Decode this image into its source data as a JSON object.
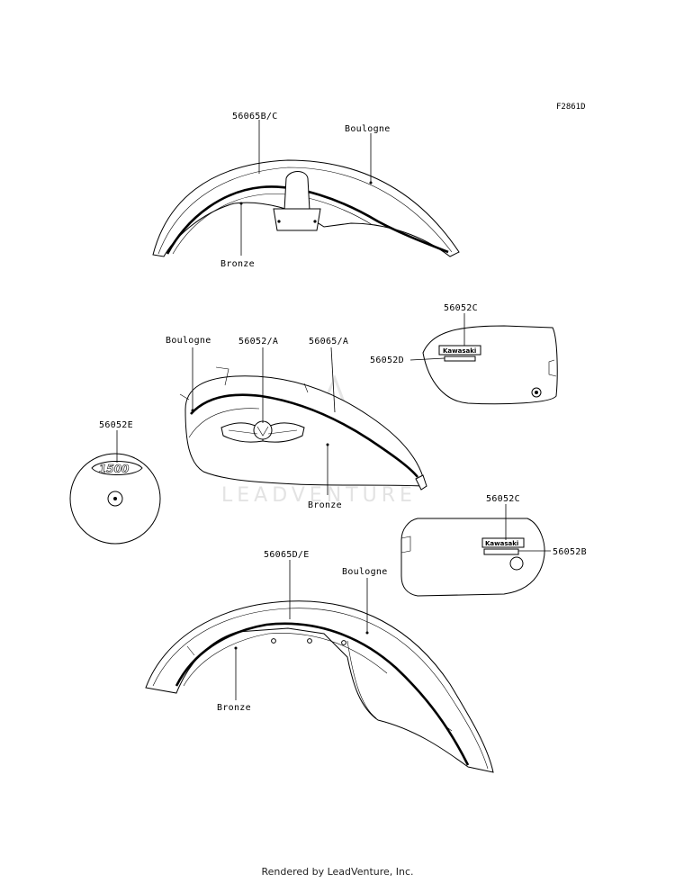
{
  "figure_id": "F2861D",
  "watermark": "LEADVENTURE",
  "footer": "Rendered by LeadVenture, Inc.",
  "labels": {
    "rear_fender_part": "56065B/C",
    "rear_fender_color_a": "Boulogne",
    "rear_fender_color_b": "Bronze",
    "tank_color_a": "Boulogne",
    "tank_emblem": "56052/A",
    "tank_stripe": "56065/A",
    "tank_color_b": "Bronze",
    "right_cover_top": "56052C",
    "right_cover_side": "56052D",
    "left_cover_top": "56052C",
    "left_cover_side": "56052B",
    "round_badge": "56052E",
    "front_fender_part": "56065D/E",
    "front_fender_color_a": "Boulogne",
    "front_fender_color_b": "Bronze",
    "round_badge_text": "1500"
  }
}
